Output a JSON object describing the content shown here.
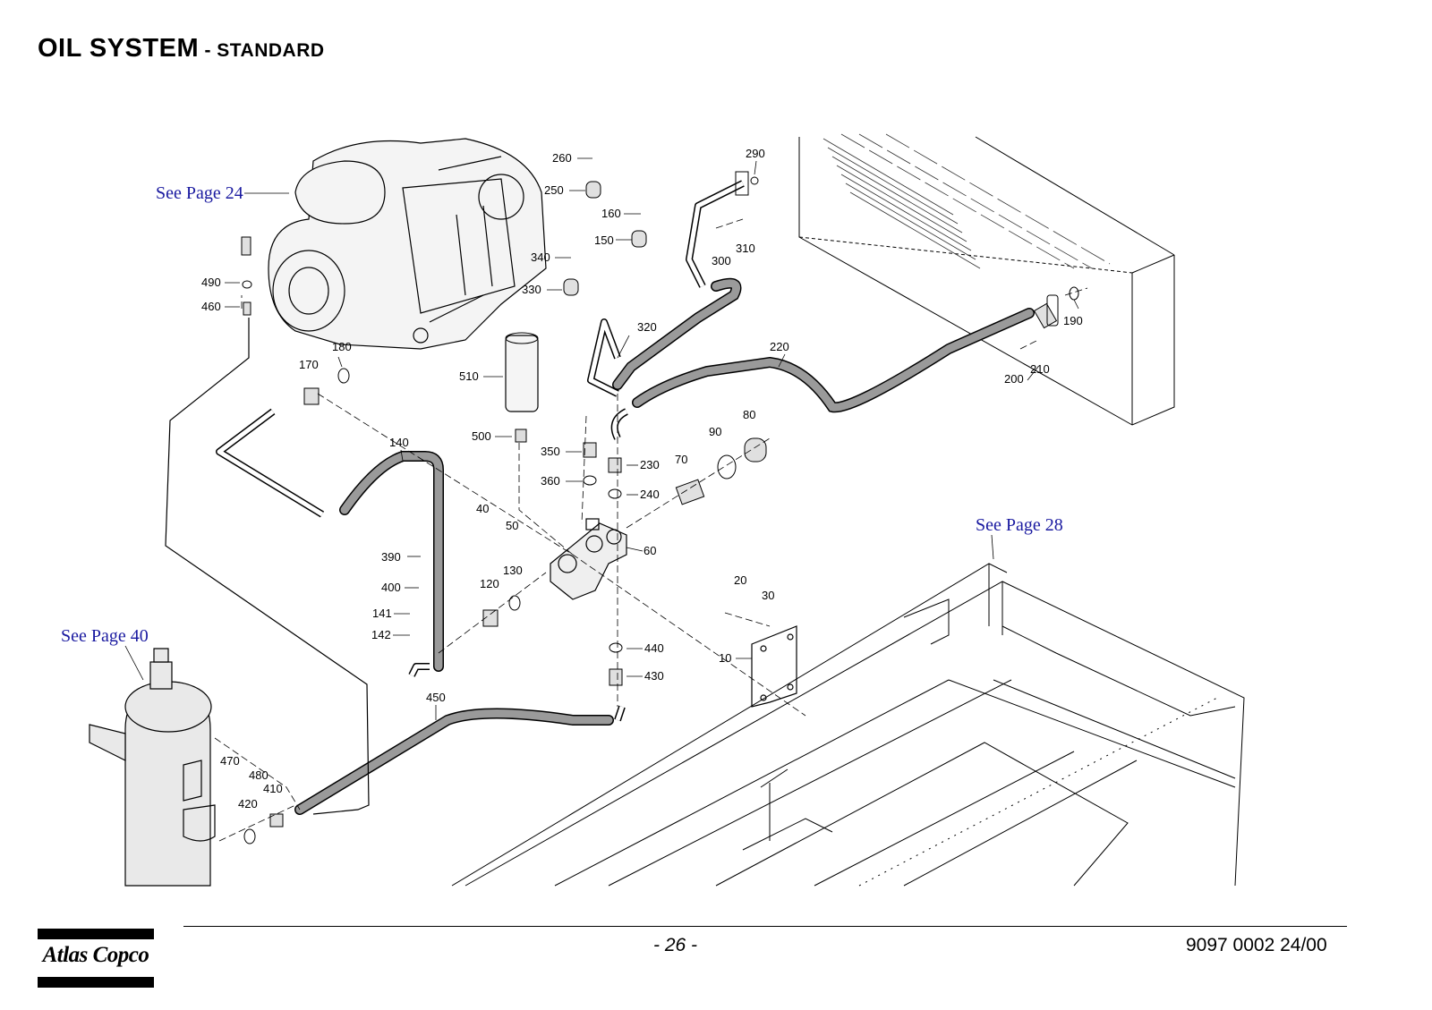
{
  "header": {
    "title_main": "OIL SYSTEM",
    "title_sub": " - STANDARD"
  },
  "see_pages": [
    "See Page 24",
    "See Page 28",
    "See Page 40"
  ],
  "callouts": [
    "10",
    "20",
    "30",
    "40",
    "50",
    "60",
    "70",
    "80",
    "90",
    "120",
    "130",
    "140",
    "141",
    "142",
    "150",
    "160",
    "170",
    "180",
    "190",
    "200",
    "210",
    "220",
    "230",
    "240",
    "250",
    "260",
    "290",
    "300",
    "310",
    "320",
    "330",
    "340",
    "350",
    "360",
    "390",
    "400",
    "410",
    "420",
    "430",
    "440",
    "450",
    "460",
    "470",
    "480",
    "490",
    "500",
    "510"
  ],
  "footer": {
    "page_number": "- 26 -",
    "doc_number": "9097 0002 24/00",
    "brand": "Atlas Copco"
  }
}
